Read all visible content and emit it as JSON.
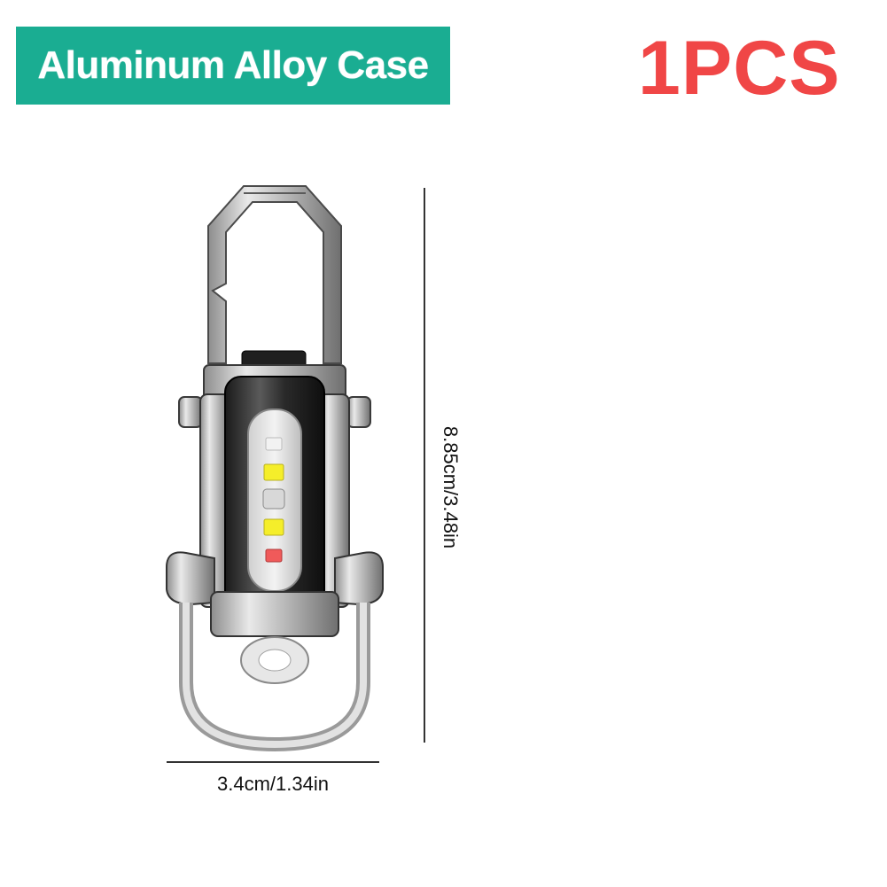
{
  "banner": {
    "label": "Aluminum Alloy Case",
    "bg_color": "#1aad92"
  },
  "quantity": {
    "label": "1PCS",
    "color": "#f04646"
  },
  "dimensions": {
    "height_label": "8.85cm/3.48in",
    "width_label": "3.4cm/1.34in"
  },
  "product": {
    "icon": "keychain-flashlight",
    "led_colors": [
      "#f2f2f2",
      "#f5ee2a",
      "#d8d8d8",
      "#f5ee2a",
      "#f05a5a"
    ]
  }
}
